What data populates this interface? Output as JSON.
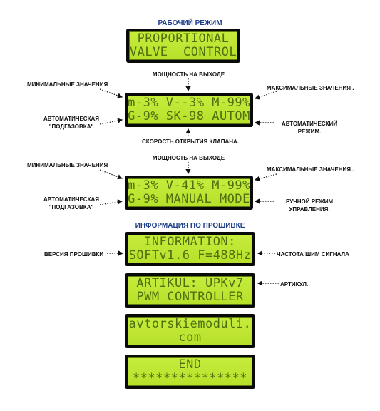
{
  "sections": {
    "working_mode": "РАБОЧИЙ РЕЖИМ",
    "firmware_info": "ИНФОРМАЦИЯ ПО ПРОШИВКЕ"
  },
  "lcd_screens": [
    {
      "line1": "PROPORTIONAL",
      "line2": "VALVE  CONTROL"
    },
    {
      "line1": "m-3% V--3% M-99%",
      "line2": "G-9% SK-98 AUTOM"
    },
    {
      "line1": "m-3% V-41% M-99%",
      "line2": "G-9% MANUAL MODE"
    },
    {
      "line1": "INFORMATION:",
      "line2": "SOFTv1.6 F=488Hz"
    },
    {
      "line1": "ARTIKUL: UPKv7",
      "line2": "PWM CONTROLLER"
    },
    {
      "line1": "avtorskiemoduli.",
      "line2": "com"
    },
    {
      "line1": "END",
      "line2": "***************"
    }
  ],
  "annotations": {
    "auto_mode": {
      "output_power": "МОЩНОСТЬ НА ВЫХОДЕ",
      "min_values": "МИНИМАЛЬНЫЕ ЗНАЧЕНИЯ",
      "max_values": "МАКСИМАЛЬНЫЕ ЗНАЧЕНИЯ .",
      "auto_gas_line1": "АВТОМАТИЧЕСКАЯ",
      "auto_gas_line2": "\"ПОДГАЗОВКА\"",
      "auto_mode_line1": "АВТОМАТИЧЕСКИЙ",
      "auto_mode_line2": "РЕЖИМ.",
      "opening_speed": "СКОРОСТЬ ОТКРЫТИЯ КЛАПАНА."
    },
    "manual_mode": {
      "output_power": "МОЩНОСТЬ НА ВЫХОДЕ",
      "min_values": "МИНИМАЛЬНЫЕ ЗНАЧЕНИЯ",
      "max_values": "МАКСИМАЛЬНЫЕ ЗНАЧЕНИЯ .",
      "auto_gas_line1": "АВТОМАТИЧЕСКАЯ",
      "auto_gas_line2": "\"ПОДГАЗОВКА\"",
      "manual_line1": "РУЧНОЙ РЕЖИМ",
      "manual_line2": "УПРАВЛЕНИЯ."
    },
    "firmware": {
      "version": "ВЕРСИЯ ПРОШИВКИ",
      "pwm_freq": "ЧАСТОТА ШИМ СИГНАЛА",
      "article": "АРТИКУЛ."
    }
  },
  "colors": {
    "lcd_bg": "#c0e838",
    "lcd_text": "#4f6f10",
    "frame": "#0a0a0a",
    "section_title": "#1f3f8a"
  }
}
